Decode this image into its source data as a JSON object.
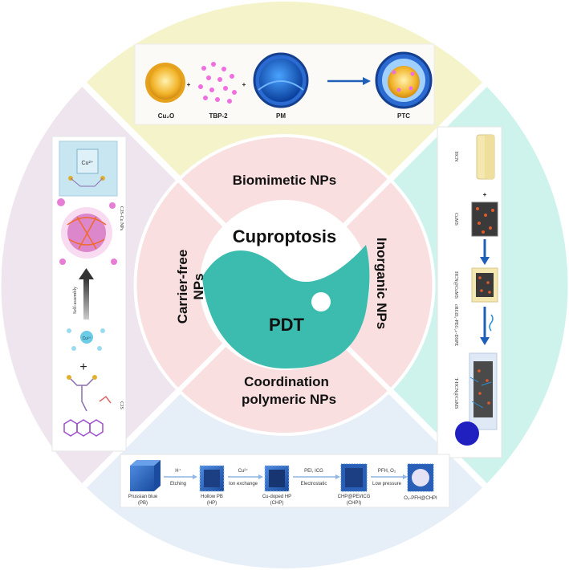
{
  "colors": {
    "biomimetic_bg": "#f5f3c9",
    "inorganic_bg": "#cdf3ec",
    "coordination_bg": "#e6eef8",
    "carrier_bg": "#efe5ee",
    "ring_pink": "#f9dfe0",
    "yinyang_teal": "#3bbcae",
    "yinyang_white": "#ffffff"
  },
  "center": {
    "top_label": "Cuproptosis",
    "bottom_label": "PDT"
  },
  "sections": {
    "biomimetic": "Biomimetic NPs",
    "inorganic": "Inorganic  NPs",
    "coordination_line1": "Coordination",
    "coordination_line2": "polymeric NPs",
    "carrier_line1": "Carrier-free",
    "carrier_line2": "NPs"
  },
  "biomimetic_panel": {
    "items": [
      "Cu₂O",
      "TBP-2",
      "PM",
      "PTC"
    ],
    "plus": "+"
  },
  "inorganic_panel": {
    "labels": [
      "HCN",
      "CuMS",
      "HCN@CuMS",
      "cRGD₅-PEG₂ₖ-DSPE",
      "T-HCN@CuMS"
    ],
    "plus": "+"
  },
  "carrier_panel": {
    "labels": [
      "CJS-Cu NPs",
      "Self-assembly",
      "CJS"
    ],
    "ion": "Cu²⁺",
    "plus": "+"
  },
  "coordination_panel": {
    "steps": [
      {
        "line1": "Prussian blue",
        "line2": "(PB)"
      },
      {
        "line1": "Hollow PB",
        "line2": "(HP)"
      },
      {
        "line1": "Cu-doped HP",
        "line2": "(CHP)"
      },
      {
        "line1": "CHP@PEI/ICG",
        "line2": "(CHPI)"
      },
      {
        "line1": "O₂-PFH@CHPI",
        "line2": ""
      }
    ],
    "arrows": [
      {
        "top": "H⁺",
        "bottom": "Etching"
      },
      {
        "top": "Cu²⁺",
        "bottom": "Ion exchange"
      },
      {
        "top": "PEI, ICG",
        "bottom": "Electrostatic"
      },
      {
        "top": "PFH, O₂",
        "bottom": "Low pressure"
      }
    ]
  }
}
